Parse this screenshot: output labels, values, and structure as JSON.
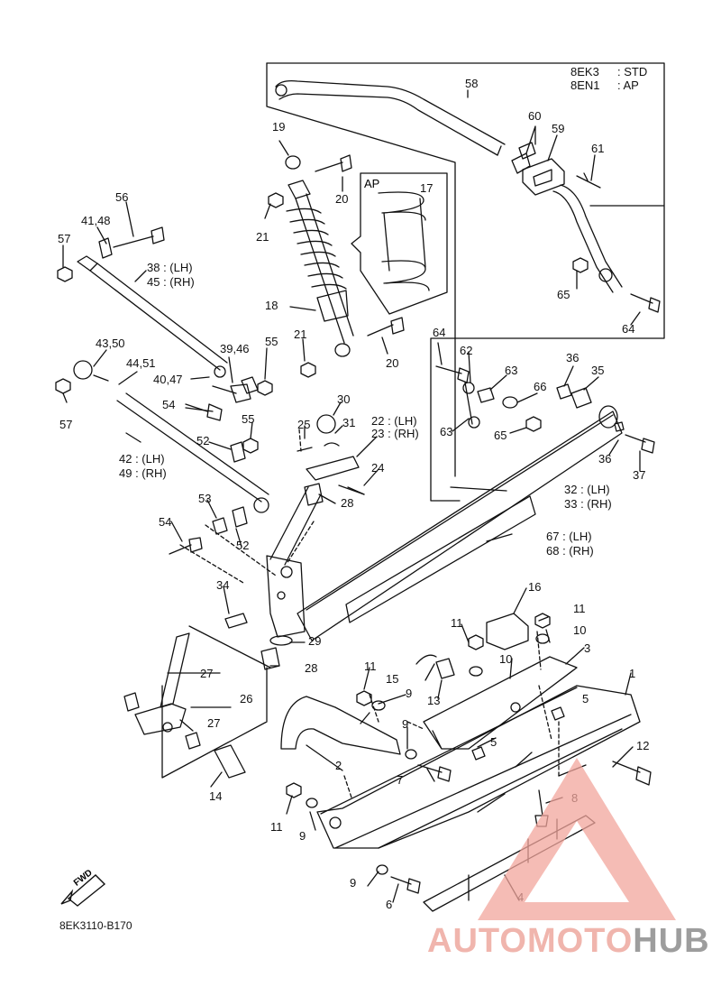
{
  "legend": [
    {
      "code": "8EK3",
      "value": ": STD"
    },
    {
      "code": "8EN1",
      "value": ": AP"
    }
  ],
  "inset_label": "AP",
  "fwd_label": "FWD",
  "document_id": "8EK3110-B170",
  "watermark": {
    "part1": "AUTOMOTO",
    "part2": "HUB"
  },
  "callouts": [
    {
      "id": "c58",
      "text": "58"
    },
    {
      "id": "c60",
      "text": "60"
    },
    {
      "id": "c59",
      "text": "59"
    },
    {
      "id": "c61",
      "text": "61"
    },
    {
      "id": "c19",
      "text": "19"
    },
    {
      "id": "c20a",
      "text": "20"
    },
    {
      "id": "c17",
      "text": "17"
    },
    {
      "id": "c21a",
      "text": "21"
    },
    {
      "id": "c56",
      "text": "56"
    },
    {
      "id": "c4148",
      "text": "41,48"
    },
    {
      "id": "c57a",
      "text": "57"
    },
    {
      "id": "c38",
      "text": "38 : (LH)"
    },
    {
      "id": "c45",
      "text": "45 : (RH)"
    },
    {
      "id": "c65a",
      "text": "65"
    },
    {
      "id": "c18",
      "text": "18"
    },
    {
      "id": "c64a",
      "text": "64"
    },
    {
      "id": "c4350",
      "text": "43,50"
    },
    {
      "id": "c3946",
      "text": "39,46"
    },
    {
      "id": "c55a",
      "text": "55"
    },
    {
      "id": "c21b",
      "text": "21"
    },
    {
      "id": "c20b",
      "text": "20"
    },
    {
      "id": "c64b",
      "text": "64"
    },
    {
      "id": "c62",
      "text": "62"
    },
    {
      "id": "c4451",
      "text": "44,51"
    },
    {
      "id": "c4047",
      "text": "40,47"
    },
    {
      "id": "c63a",
      "text": "63"
    },
    {
      "id": "c36a",
      "text": "36"
    },
    {
      "id": "c35",
      "text": "35"
    },
    {
      "id": "c57b",
      "text": "57"
    },
    {
      "id": "c54a",
      "text": "54"
    },
    {
      "id": "c30",
      "text": "30"
    },
    {
      "id": "c66",
      "text": "66"
    },
    {
      "id": "c55b",
      "text": "55"
    },
    {
      "id": "c25",
      "text": "25"
    },
    {
      "id": "c31",
      "text": "31"
    },
    {
      "id": "c22",
      "text": "22 : (LH)"
    },
    {
      "id": "c23",
      "text": "23 : (RH)"
    },
    {
      "id": "c63b",
      "text": "63"
    },
    {
      "id": "c65b",
      "text": "65"
    },
    {
      "id": "c42",
      "text": "42 : (LH)"
    },
    {
      "id": "c49",
      "text": "49 : (RH)"
    },
    {
      "id": "c52a",
      "text": "52"
    },
    {
      "id": "c36b",
      "text": "36"
    },
    {
      "id": "c37",
      "text": "37"
    },
    {
      "id": "c24",
      "text": "24"
    },
    {
      "id": "c32",
      "text": "32 : (LH)"
    },
    {
      "id": "c33",
      "text": "33 : (RH)"
    },
    {
      "id": "c28a",
      "text": "28"
    },
    {
      "id": "c53",
      "text": "53"
    },
    {
      "id": "c54b",
      "text": "54"
    },
    {
      "id": "c52b",
      "text": "52"
    },
    {
      "id": "c67",
      "text": "67 : (LH)"
    },
    {
      "id": "c68",
      "text": "68 : (RH)"
    },
    {
      "id": "c34",
      "text": "34"
    },
    {
      "id": "c16",
      "text": "16"
    },
    {
      "id": "c11a",
      "text": "11"
    },
    {
      "id": "c29",
      "text": "29"
    },
    {
      "id": "c11b",
      "text": "11"
    },
    {
      "id": "c10a",
      "text": "10"
    },
    {
      "id": "c3",
      "text": "3"
    },
    {
      "id": "c28b",
      "text": "28"
    },
    {
      "id": "c10b",
      "text": "10"
    },
    {
      "id": "c15",
      "text": "15"
    },
    {
      "id": "c27a",
      "text": "27"
    },
    {
      "id": "c11c",
      "text": "11"
    },
    {
      "id": "c1",
      "text": "1"
    },
    {
      "id": "c13",
      "text": "13"
    },
    {
      "id": "c26",
      "text": "26"
    },
    {
      "id": "c9a",
      "text": "9"
    },
    {
      "id": "c5a",
      "text": "5"
    },
    {
      "id": "c27b",
      "text": "27"
    },
    {
      "id": "c9b",
      "text": "9"
    },
    {
      "id": "c2",
      "text": "2"
    },
    {
      "id": "c5b",
      "text": "5"
    },
    {
      "id": "c12",
      "text": "12"
    },
    {
      "id": "c7",
      "text": "7"
    },
    {
      "id": "c14",
      "text": "14"
    },
    {
      "id": "c8",
      "text": "8"
    },
    {
      "id": "c11d",
      "text": "11"
    },
    {
      "id": "c9c",
      "text": "9"
    },
    {
      "id": "c9d",
      "text": "9"
    },
    {
      "id": "c6",
      "text": "6"
    },
    {
      "id": "c4",
      "text": "4"
    }
  ]
}
